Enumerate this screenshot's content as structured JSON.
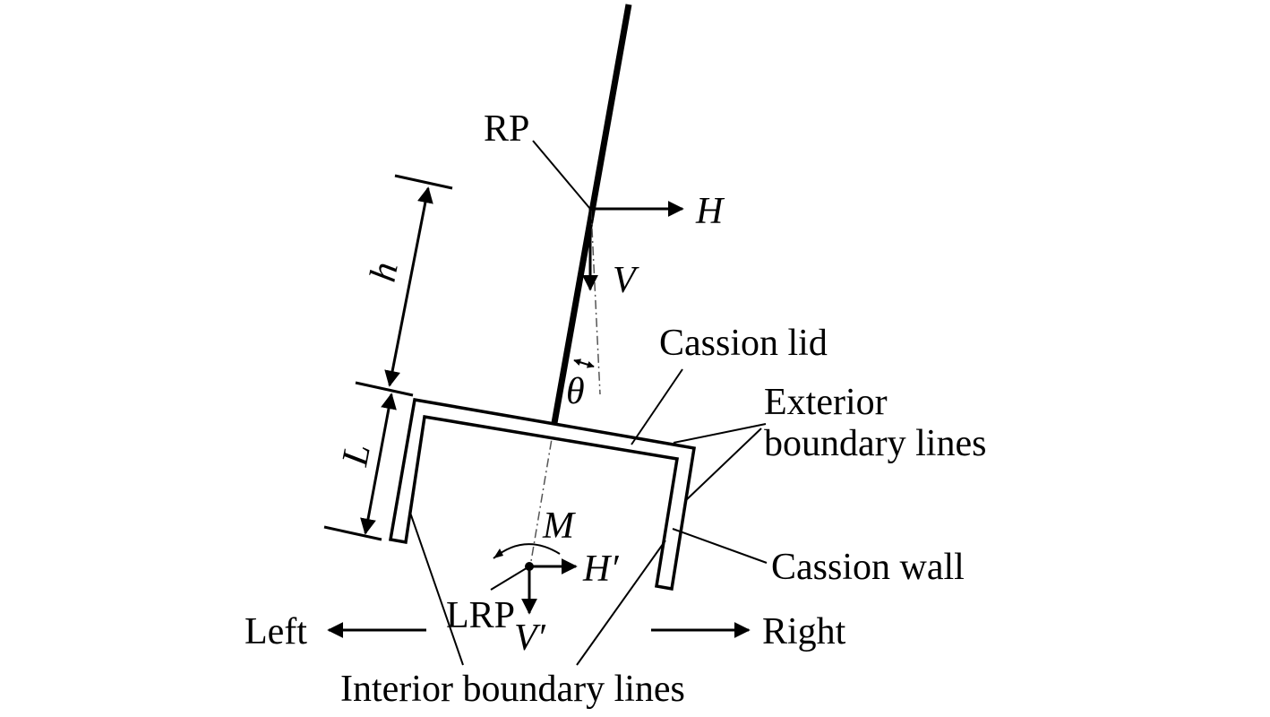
{
  "labels": {
    "rp": "RP",
    "lrp": "LRP",
    "cassion_lid": "Cassion lid",
    "exterior_line1": "Exterior",
    "exterior_line2": "boundary lines",
    "cassion_wall": "Cassion wall",
    "interior": "Interior boundary lines",
    "left": "Left",
    "right": "Right"
  },
  "symbols": {
    "H": "H",
    "V": "V",
    "theta": "θ",
    "h": "h",
    "L": "L",
    "M": "M",
    "H_prime": "H′",
    "V_prime": "V′"
  }
}
